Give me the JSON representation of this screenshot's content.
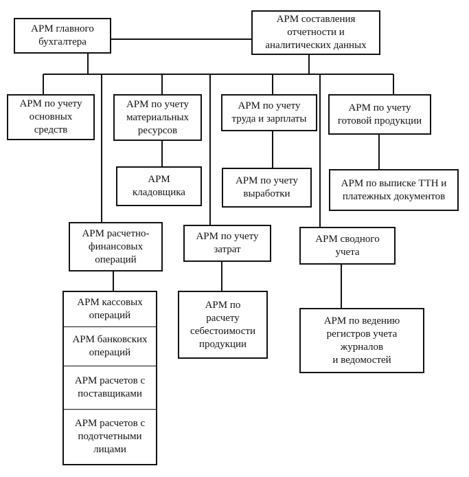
{
  "nodes": {
    "chief_accountant": "АРМ главного\nбухгалтера",
    "reporting": "АРМ  составления\nотчетности  и\nаналитических  данных",
    "fixed_assets": "АРМ по учету\nосновных\nсредств",
    "materials": "АРМ по учету\nматериальных\nресурсов",
    "storekeeper": "АРМ\nкладовщика",
    "labor_salary": "АРМ по учету\nтруда и зарплаты",
    "output": "АРМ по учету\nвыработки",
    "finished_products": "АРМ по учету\nготовой продукции",
    "ttn": "АРМ по выписке ТТН и\nплатежных документов",
    "settlement_finance": "АРМ  расчетно-\nфинансовых\nопераций",
    "costs": "АРМ  по учету\nзатрат",
    "cost_calc": "АРМ  по\nрасчету\nсебестоимости\nпродукции",
    "summary": "АРМ  сводного\nучета",
    "registers": "АРМ  по ведению\nрегистров учета\nжурналов\nи  ведомостей"
  },
  "stack": [
    "АРМ кассовых\nопераций",
    "АРМ банковских\nопераций",
    "АРМ расчетов с\nпоставщиками",
    "АРМ расчетов с\nподотчетными\nлицами"
  ]
}
